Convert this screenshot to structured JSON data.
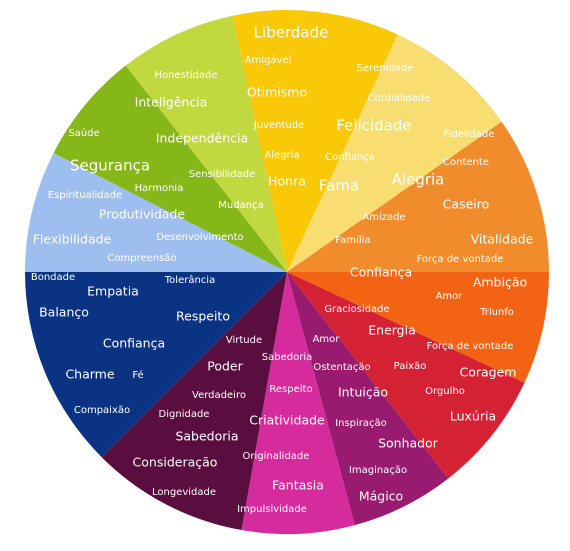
{
  "wheel": {
    "segments": [
      {
        "color": "#f9c807",
        "labels": [
          "Liberdade",
          "Amigável",
          "Otimismo",
          "Juventude",
          "Alegria",
          "Honra"
        ]
      },
      {
        "color": "#f8dd70",
        "labels": [
          "Serenidade",
          "Cordialidade",
          "Felicidade",
          "Confiança",
          "Fama"
        ]
      },
      {
        "color": "#f18c2c",
        "labels": [
          "Fidelidade",
          "Contente",
          "Alegria",
          "Caseiro",
          "Amizade",
          "Família"
        ]
      },
      {
        "color": "#f26314",
        "labels": [
          "Vitalidade",
          "Confiança",
          "Força de vontade",
          "Ambição",
          "Amor",
          "Triunfo"
        ]
      },
      {
        "color": "#d42234",
        "labels": [
          "Graciosidade",
          "Energia",
          "Força de vontade",
          "Paixão",
          "Coragem",
          "Orgulho",
          "Luxúria"
        ]
      },
      {
        "color": "#981b6f",
        "labels": [
          "Amor",
          "Ostentação",
          "Intuição",
          "Inspiração",
          "Sonhador",
          "Imaginação",
          "Mágico"
        ]
      },
      {
        "color": "#d52b9c",
        "labels": [
          "Sabedoria",
          "Respeito",
          "Criatividade",
          "Originalidade",
          "Fantasia",
          "Impulsividade"
        ]
      },
      {
        "color": "#5a0d3f",
        "labels": [
          "Virtude",
          "Poder",
          "Verdadeiro",
          "Dignidade",
          "Sabedoria",
          "Consideração",
          "Longevidade"
        ]
      },
      {
        "color": "#0b3383",
        "labels": [
          "Respeito",
          "Confiança",
          "Charme",
          "Fé",
          "Compaixão"
        ]
      },
      {
        "color": "#9fbef0",
        "labels": [
          "Flexibilidade",
          "Compreensão",
          "Bondade",
          "Tolerância",
          "Empatia",
          "Balanço"
        ]
      },
      {
        "color": "#85b719",
        "labels": [
          "Saúde",
          "Segurança",
          "Harmonia",
          "Espiritualidade",
          "Produtividade",
          "Desenvolvimento"
        ]
      },
      {
        "color": "#c1d93f",
        "labels": [
          "Honestidade",
          "Inteligência",
          "Independência",
          "Sensibilidade",
          "Mudança"
        ]
      }
    ]
  }
}
